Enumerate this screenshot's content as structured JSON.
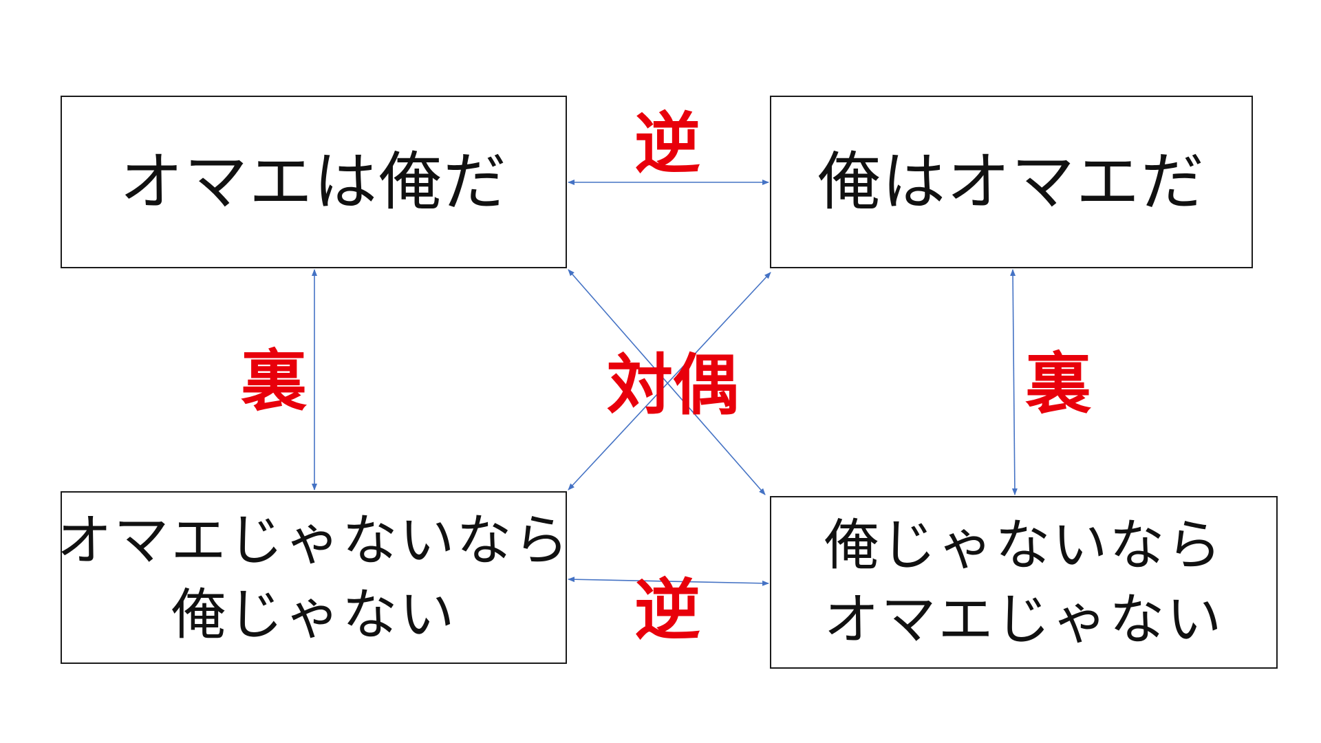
{
  "colors": {
    "label": "#e8000b",
    "arrow": "#4472c4",
    "border": "#1a1a1a",
    "text": "#111111"
  },
  "boxes": {
    "top_left": {
      "text": "オマエは俺だ"
    },
    "top_right": {
      "text": "俺はオマエだ"
    },
    "bottom_left": {
      "line1": "オマエじゃないなら",
      "line2": "俺じゃない"
    },
    "bottom_right": {
      "line1": "俺じゃないなら",
      "line2": "オマエじゃない"
    }
  },
  "relations": {
    "converse_top": "逆",
    "converse_bottom": "逆",
    "inverse_left": "裏",
    "inverse_right": "裏",
    "contrapositive": "対偶"
  }
}
